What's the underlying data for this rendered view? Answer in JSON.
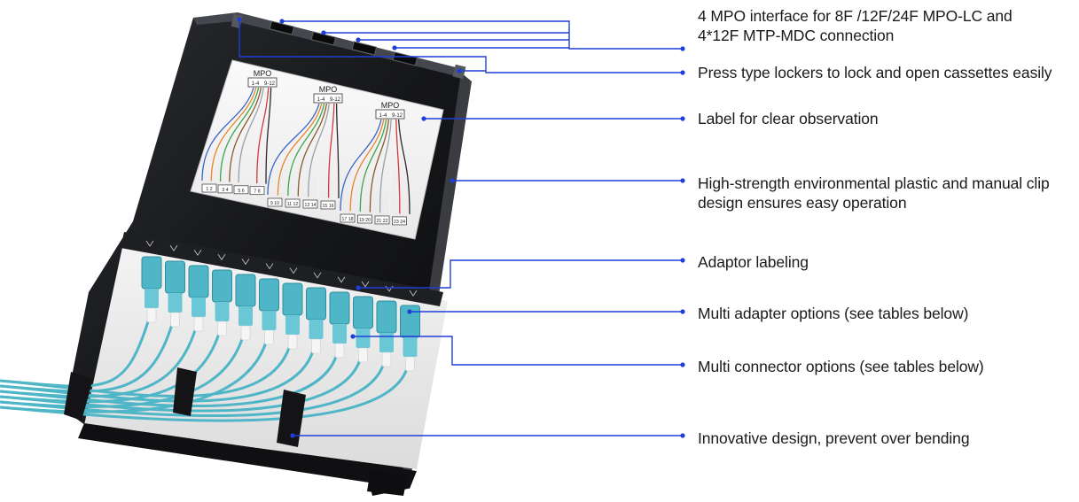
{
  "diagram": {
    "label_text": {
      "mpo_title": "MPO",
      "mpo_sub_left": "1-4",
      "mpo_sub_right": "9-12",
      "port_pairs": [
        "1 2",
        "3 4",
        "5 6",
        "7 8",
        "9 10",
        "11 12",
        "13 14",
        "15 16",
        "17 18",
        "19 20",
        "21 22",
        "23 24"
      ]
    },
    "fiber_colors": [
      "#3a63c8",
      "#e8842a",
      "#3aa64a",
      "#8a5a2c",
      "#9aa0a8",
      "#f2f2f2",
      "#d23a3a",
      "#2a2a2a",
      "#e6d23a",
      "#8a3ab0",
      "#e07ab8",
      "#3ab8c8"
    ],
    "accent_color": "#1f3ed6",
    "aqua_color": "#4fb6c7",
    "callouts": [
      {
        "lines": [
          "4 MPO interface for 8F /12F/24F MPO-LC and",
          "4*12F MTP-MDC connection"
        ]
      },
      {
        "lines": [
          "Press type lockers to lock and open cassettes easily"
        ]
      },
      {
        "lines": [
          "Label for clear observation"
        ]
      },
      {
        "lines": [
          "High-strength environmental plastic and manual clip",
          "design ensures easy operation"
        ]
      },
      {
        "lines": [
          "Adaptor labeling"
        ]
      },
      {
        "lines": [
          "Multi adapter options (see tables below)"
        ]
      },
      {
        "lines": [
          "Multi connector options (see tables below)"
        ]
      },
      {
        "lines": [
          "Innovative design, prevent over bending"
        ]
      }
    ]
  }
}
